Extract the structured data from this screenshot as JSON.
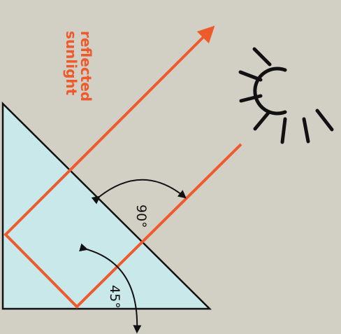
{
  "labels": {
    "reflected_line1": "reflected",
    "reflected_line2": "sunlight",
    "angle_90": "90°",
    "angle_45": "45°"
  },
  "colors": {
    "background": "#d2cfc5",
    "prism_fill": "#c9e8ea",
    "light_ray": "#ee5a2c",
    "ink": "#111111"
  },
  "icons": {
    "sun": "sun-icon"
  }
}
